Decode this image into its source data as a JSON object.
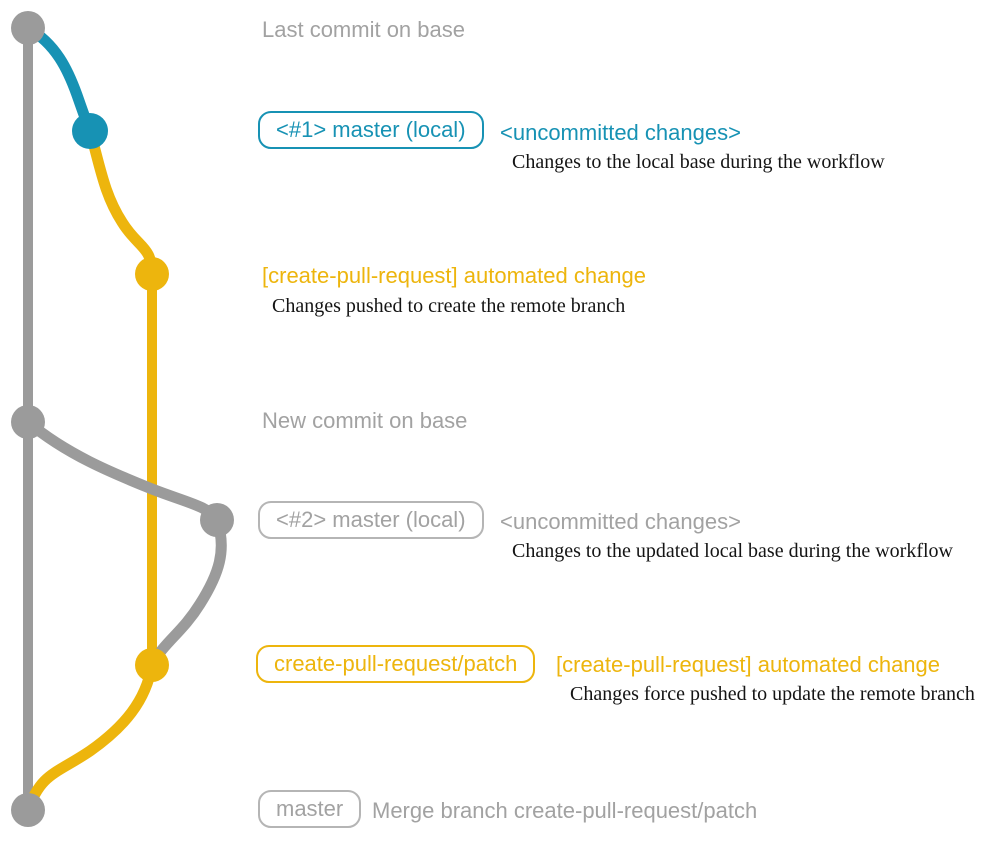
{
  "colors": {
    "base_gray": "#9b9b9b",
    "teal": "#1792b4",
    "gold": "#edb50d",
    "label_gray": "#a2a2a2",
    "gray_badge_border": "#b5b5b5",
    "note_black": "#141414"
  },
  "graph": {
    "branches": [
      {
        "name": "base (master)",
        "color": "#9b9b9b"
      },
      {
        "name": "local uncommitted changes",
        "color": "#1792b4"
      },
      {
        "name": "create-pull-request/patch",
        "color": "#edb50d"
      }
    ],
    "commit_nodes": [
      {
        "id": "last-commit-on-base",
        "color": "#9b9b9b"
      },
      {
        "id": "local-master-1",
        "color": "#1792b4"
      },
      {
        "id": "remote-patch-1",
        "color": "#edb50d"
      },
      {
        "id": "new-commit-on-base",
        "color": "#9b9b9b"
      },
      {
        "id": "local-master-2",
        "color": "#9b9b9b"
      },
      {
        "id": "remote-patch-2",
        "color": "#edb50d"
      },
      {
        "id": "merge-commit",
        "color": "#9b9b9b"
      }
    ]
  },
  "rows": {
    "r1": {
      "label": "Last commit on base"
    },
    "r2": {
      "badge": "<#1> master (local)",
      "heading": "<uncommitted changes>",
      "note": "Changes to the local base during the workflow"
    },
    "r3": {
      "heading": "[create-pull-request] automated change",
      "note": "Changes pushed to create the remote branch"
    },
    "r4": {
      "label": "New commit on base"
    },
    "r5": {
      "badge": "<#2> master (local)",
      "heading": "<uncommitted changes>",
      "note": "Changes to the updated local base during the workflow"
    },
    "r6": {
      "badge": "create-pull-request/patch",
      "heading": "[create-pull-request] automated change",
      "note": "Changes force pushed to update the remote branch"
    },
    "r7": {
      "badge": "master",
      "label": "Merge branch create-pull-request/patch"
    }
  }
}
